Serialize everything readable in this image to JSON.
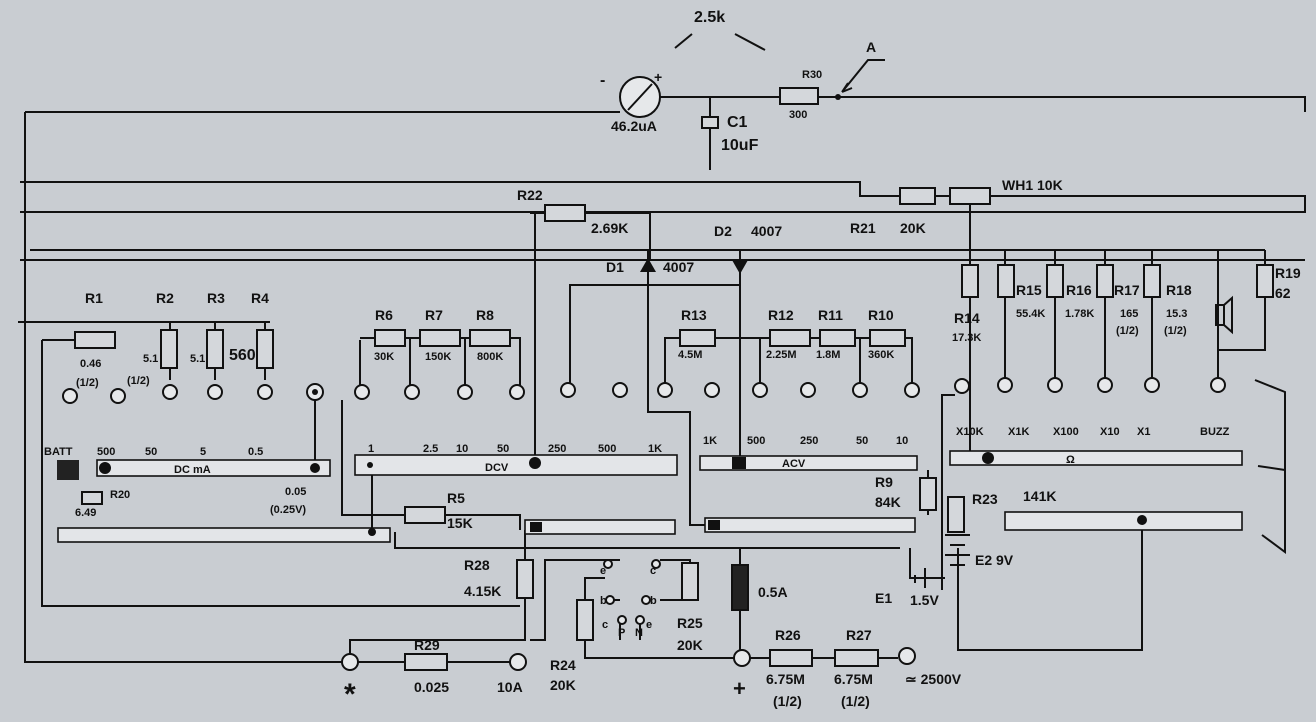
{
  "labels": {
    "rg": "2.5k",
    "a": "A",
    "meter": "46.2uA",
    "minus": "-",
    "plus": "+",
    "c1": "C1",
    "c1v": "10uF",
    "r30": "R30",
    "r30v": "300",
    "wh1": "WH1  10K",
    "r21": "R21",
    "r21v": "20K",
    "r22": "R22",
    "r22v": "2.69K",
    "d2": "D2",
    "d2v": "4007",
    "d1": "D1",
    "d1v": "4007",
    "r1": "R1",
    "r2": "R2",
    "r3": "R3",
    "r4": "R4",
    "r1v": "0.46",
    "r1h": "(1/2)",
    "r2v": "5.1",
    "r2h": "(1/2)",
    "r3v": "5.1",
    "r4v": "560",
    "r6": "R6",
    "r7": "R7",
    "r8": "R8",
    "r6v": "30K",
    "r7v": "150K",
    "r8v": "800K",
    "r13": "R13",
    "r13v": "4.5M",
    "r12": "R12",
    "r12v": "2.25M",
    "r11": "R11",
    "r11v": "1.8M",
    "r10": "R10",
    "r10v": "360K",
    "r14": "R14",
    "r14v": "17.3K",
    "r15": "R15",
    "r15v": "55.4K",
    "r16": "R16",
    "r16v": "1.78K",
    "r17": "R17",
    "r17v": "165",
    "r17h": "(1/2)",
    "r18": "R18",
    "r18v": "15.3",
    "r18h": "(1/2)",
    "r19": "R19",
    "r19v": "62",
    "batt": "BATT",
    "dc500": "500",
    "dc50": "50",
    "dc5": "5",
    "dc05": "0.5",
    "dcma": "DC  mA",
    "r20": "R20",
    "r20v": "6.49",
    "dc005": "0.05",
    "dc025": "(0.25V)",
    "dcv1": "1",
    "dcv25": "2.5",
    "dcv10": "10",
    "dcv50": "50",
    "dcv250": "250",
    "dcv500": "500",
    "dcv1k": "1K",
    "dcv": "DCV",
    "acv1k": "1K",
    "acv500": "500",
    "acv250": "250",
    "acv50": "50",
    "acv10": "10",
    "acv": "ACV",
    "x10k": "X10K",
    "x1k": "X1K",
    "x100": "X100",
    "x10": "X10",
    "x1": "X1",
    "buzz": "BUZZ",
    "ohm": "Ω",
    "r5": "R5",
    "r5v": "15K",
    "r9": "R9",
    "r9v": "84K",
    "r23": "R23",
    "r23v": "141K",
    "e2": "E2  9V",
    "e1": "E1",
    "e1v": "1.5V",
    "r28": "R28",
    "r28v": "4.15K",
    "r29": "R29",
    "r29v": "0.025",
    "star": "*",
    "a10": "10A",
    "r24": "R24",
    "r24v": "20K",
    "r25": "R25",
    "r25v": "20K",
    "e": "e",
    "c": "c",
    "b": "b",
    "pin": "P",
    "nin": "N",
    "fuse": "0.5A",
    "r26": "R26",
    "r26v": "6.75M",
    "r26h": "(1/2)",
    "r27": "R27",
    "r27v": "6.75M",
    "r27h": "(1/2)",
    "plusterm": "+",
    "v2500": "≃ 2500V"
  }
}
